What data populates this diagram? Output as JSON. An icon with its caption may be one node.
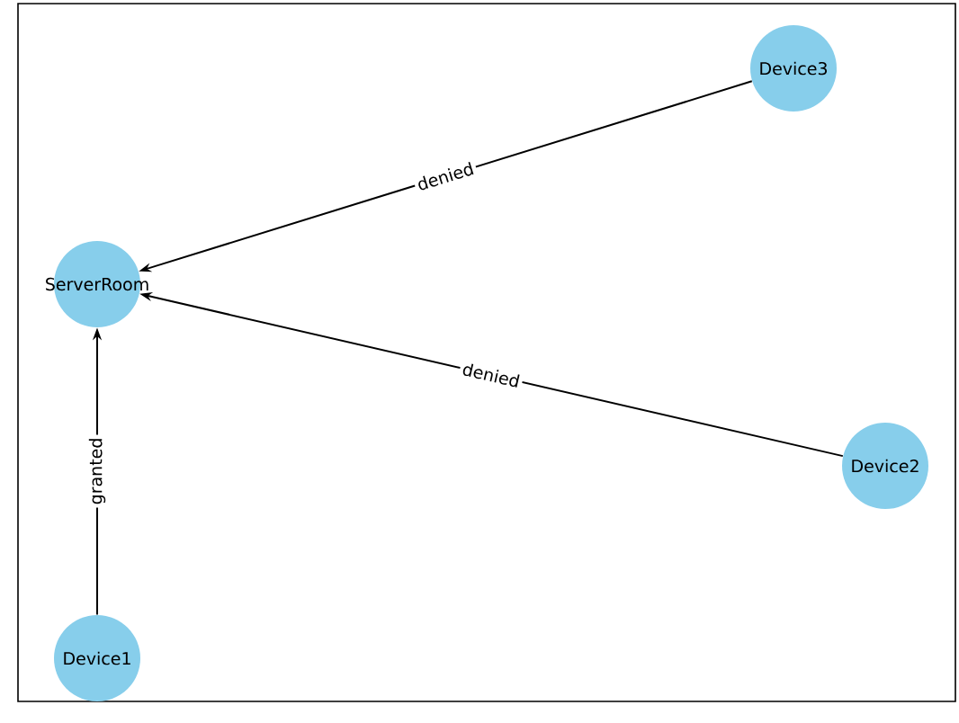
{
  "diagram": {
    "nodes": [
      {
        "text": [
          "Device3"
        ]
      },
      {
        "text": [
          "ServerRoom"
        ]
      },
      {
        "text": [
          "Device2"
        ]
      },
      {
        "text": [
          "Device1"
        ]
      }
    ],
    "edges": [
      {
        "from": 0,
        "to": 1,
        "arrow": "to",
        "label": "denied"
      },
      {
        "from": 2,
        "to": 1,
        "arrow": "to",
        "label": "denied"
      },
      {
        "from": 3,
        "to": 1,
        "arrow": "to",
        "label": "granted"
      }
    ]
  }
}
